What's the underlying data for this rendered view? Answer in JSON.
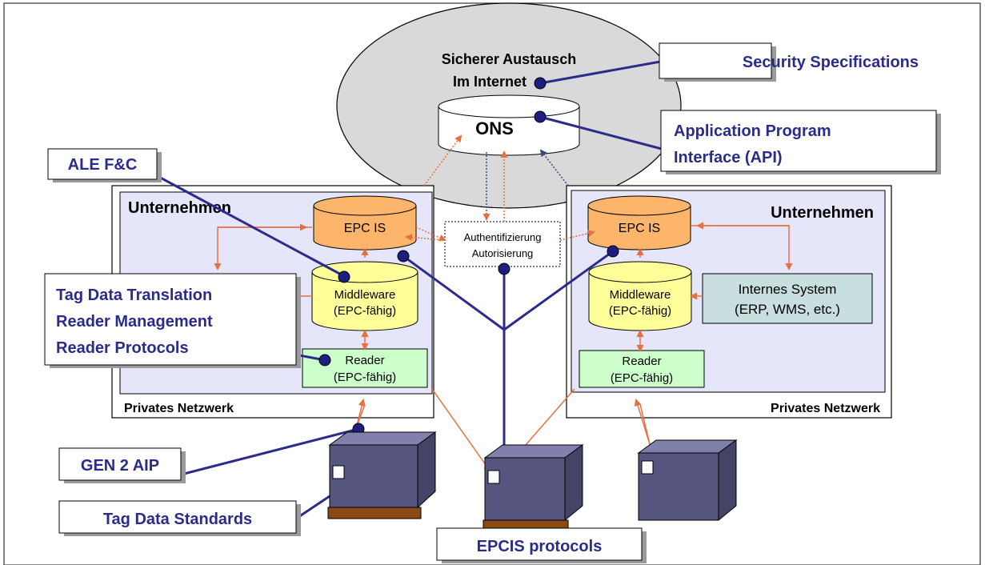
{
  "internet": {
    "line1": "Sicherer Austausch",
    "line2": "Im Internet",
    "ons": "ONS"
  },
  "auth": {
    "line1": "Authentifizierung",
    "line2": "Autorisierung"
  },
  "left": {
    "title": "Unternehmen",
    "footer": "Privates Netzwerk",
    "epcis": "EPC IS",
    "middleware1": "Middleware",
    "middleware2": "(EPC-fähig)",
    "reader1": "Reader",
    "reader2": "(EPC-fähig)"
  },
  "right": {
    "title": "Unternehmen",
    "footer": "Privates Netzwerk",
    "epcis": "EPC IS",
    "middleware1": "Middleware",
    "middleware2": "(EPC-fähig)",
    "reader1": "Reader",
    "reader2": "(EPC-fähig)",
    "internal1": "Internes System",
    "internal2": "(ERP, WMS, etc.)"
  },
  "callouts": {
    "security": "Security Specifications",
    "api1": "Application Program",
    "api2": "Interface (API)",
    "ale": "ALE F&C",
    "tdt1": "Tag Data Translation",
    "tdt2": "Reader Management",
    "tdt3": "Reader Protocols",
    "gen2": "GEN 2 AIP",
    "tds": "Tag Data Standards",
    "epcis_protocols": "EPCIS protocols"
  },
  "colors": {
    "ellipse": "#d9d9d9",
    "company_bg": "#e6e6fa",
    "epcis": "#fcb56a",
    "middleware": "#ffff99",
    "reader": "#ccffcc",
    "internal": "#c9dede",
    "crate": "#5a5a8a",
    "pallet": "#8a4a14",
    "connector": "#2b2b8c",
    "arrow": "#e87040",
    "callout_text": "#2b2b8c"
  }
}
